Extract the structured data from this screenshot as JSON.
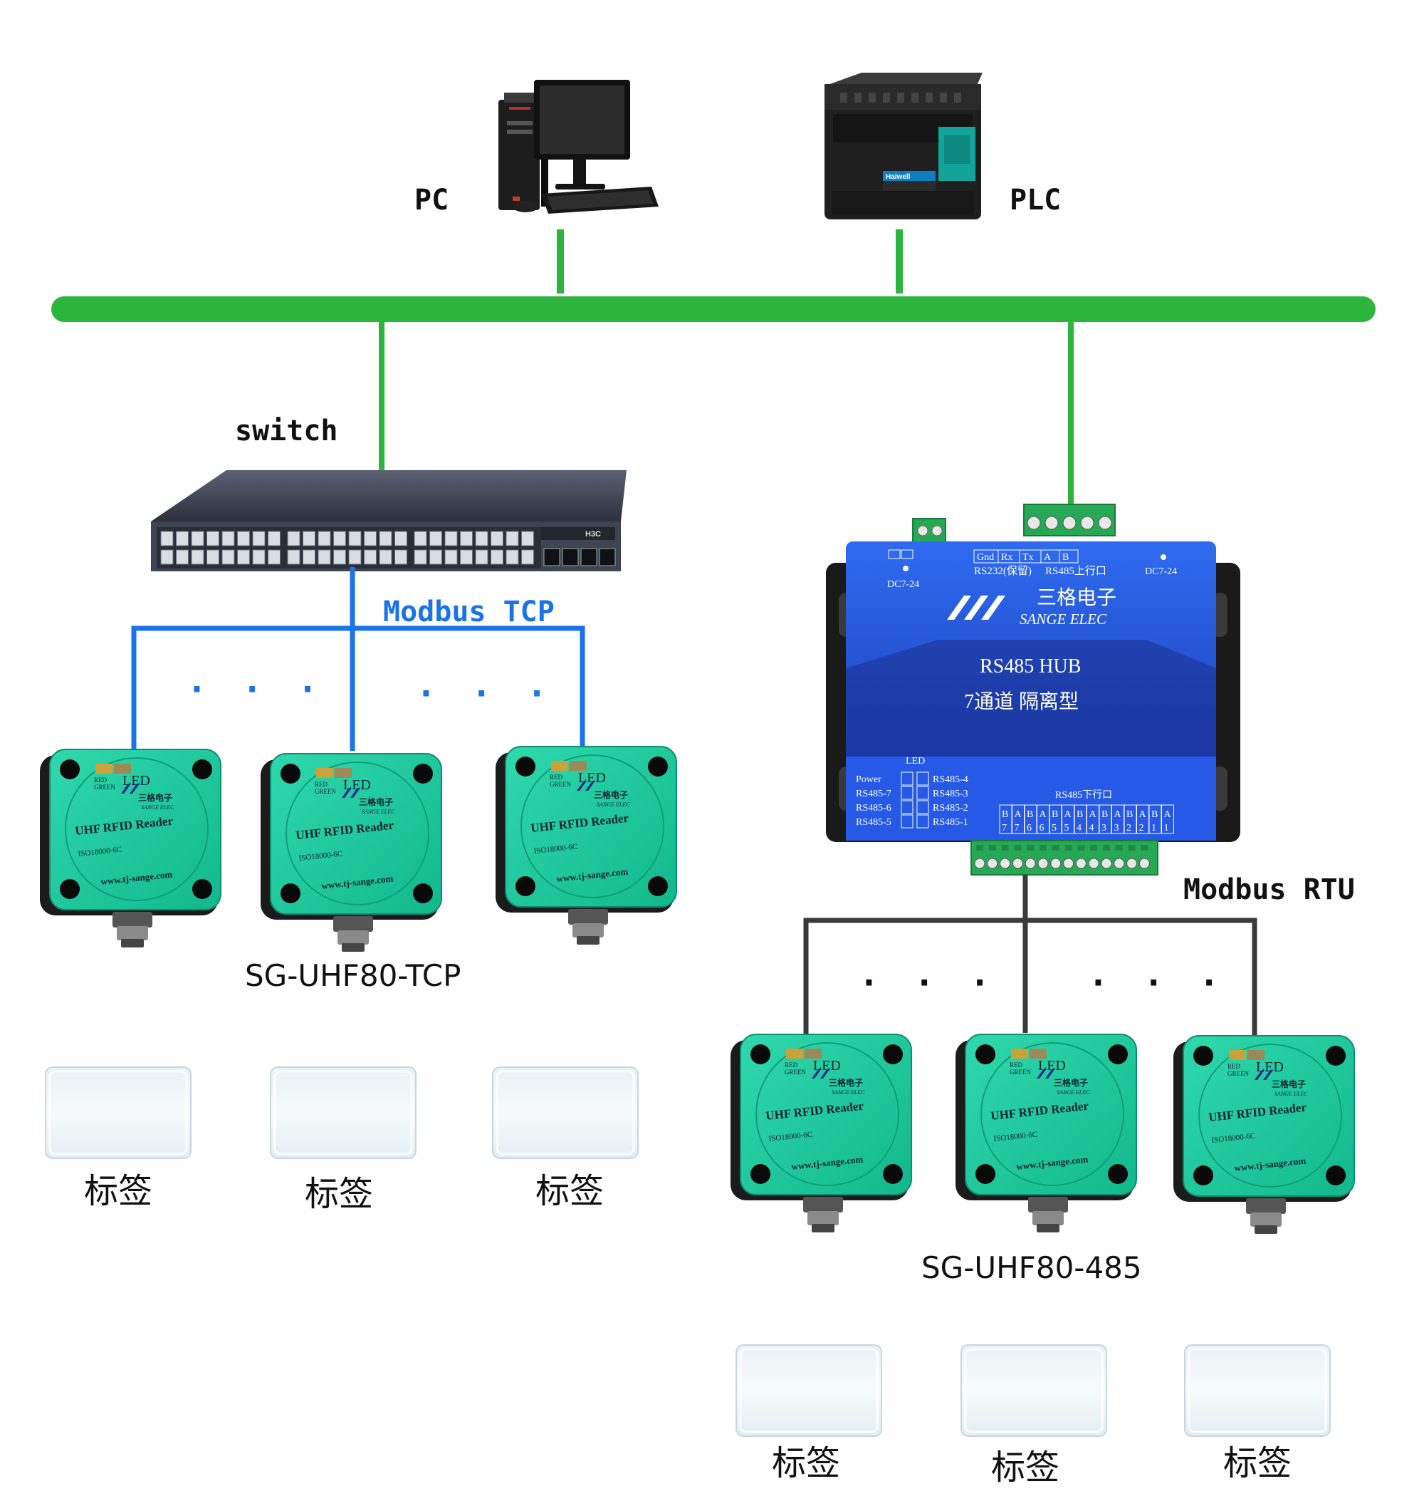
{
  "top_devices": {
    "pc_label": "PC",
    "plc_label": "PLC",
    "plc_brand": "Haiwell"
  },
  "left_branch": {
    "switch_label": "switch",
    "switch_brand": "H3C",
    "protocol_label": "Modbus TCP",
    "ellipsis": "· · ·",
    "model_label": "SG-UHF80-TCP",
    "tag_labels": [
      "标签",
      "标签",
      "标签"
    ]
  },
  "right_branch": {
    "protocol_label": "Modbus RTU",
    "ellipsis": "· · ·",
    "model_label": "SG-UHF80-485",
    "tag_labels": [
      "标签",
      "标签",
      "标签"
    ]
  },
  "hub": {
    "top_terminals": [
      "Gnd",
      "Rx",
      "Tx",
      "A",
      "B"
    ],
    "rs232_label": "RS232(保留)",
    "rs485_up_label": "RS485上行口",
    "power_left": "DC7-24",
    "power_right": "DC7-24",
    "brand_cn": "三格电子",
    "brand_en": "SANGE ELEC",
    "title": "RS485 HUB",
    "subtitle": "7通道  隔离型",
    "led_header": "LED",
    "led_left": [
      "Power",
      "RS485-7",
      "RS485-6",
      "RS485-5"
    ],
    "led_right": [
      "RS485-4",
      "RS485-3",
      "RS485-2",
      "RS485-1"
    ],
    "down_label": "RS485下行口",
    "down_pins_top": [
      "B",
      "A",
      "B",
      "A",
      "B",
      "A",
      "B",
      "A",
      "B",
      "A",
      "B",
      "A",
      "B",
      "A"
    ],
    "down_pins_bottom": [
      "7",
      "7",
      "6",
      "6",
      "5",
      "5",
      "4",
      "4",
      "3",
      "3",
      "2",
      "2",
      "1",
      "1"
    ]
  },
  "reader": {
    "led_label": "LED",
    "red_label": "RED",
    "green_label": "GREEN",
    "brand_cn": "三格电子",
    "brand_en": "SANGE ELEC",
    "product": "UHF RFID Reader",
    "standard": "ISO18000-6C",
    "website": "www.tj-sange.com"
  },
  "colors": {
    "bus_green": "#2db43c",
    "tcp_blue": "#1a73e8",
    "rtu_dark": "#3a3a3a",
    "reader_green": "#1fc9a0",
    "hub_blue": "#1e4fd0"
  }
}
